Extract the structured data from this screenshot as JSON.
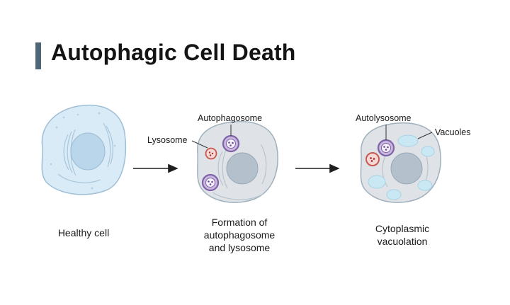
{
  "title": "Autophagic Cell Death",
  "colors": {
    "title_bar": "#4f6676",
    "healthy_cytoplasm": "#d9ebf6",
    "healthy_nucleus": "#b9d6ea",
    "stressed_cytoplasm": "#dfe3e7",
    "stressed_nucleus": "#b4c1cc",
    "vesicle_purple": "#7e63a6",
    "lysosome_red": "#c9584f",
    "vacuole": "#c9e8f3",
    "arrow": "#1f1f1f"
  },
  "stages": [
    {
      "caption": [
        "Healthy cell"
      ]
    },
    {
      "caption": [
        "Formation of",
        "autophagosome",
        "and lysosome"
      ]
    },
    {
      "caption": [
        "Cytoplasmic",
        "vacuolation"
      ]
    }
  ],
  "callouts": {
    "autophagosome": "Autophagosome",
    "lysosome": "Lysosome",
    "autolysosome": "Autolysosome",
    "vacuoles": "Vacuoles"
  }
}
